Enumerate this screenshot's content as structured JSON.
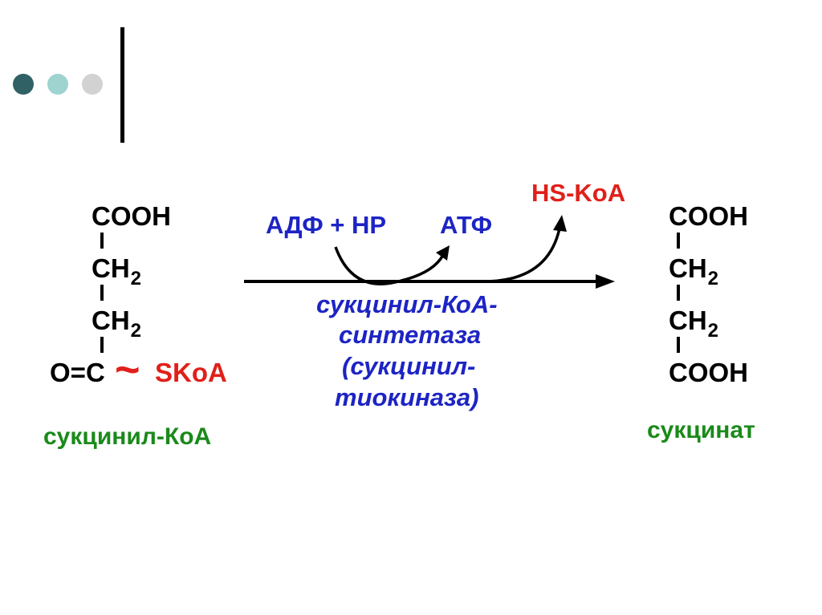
{
  "colors": {
    "dot1": "#2f6165",
    "dot2": "#9ed3d0",
    "dot3": "#d2d2d2",
    "black": "#000000",
    "blue": "#1d24c4",
    "red": "#e0201a",
    "green": "#1a8a1a"
  },
  "left": {
    "cooh": "COOH",
    "ch": "CH",
    "sub": "2",
    "oc": "O=C",
    "tilde": "~",
    "skoa": "SKoA",
    "name": "сукцинил-КоА"
  },
  "right": {
    "cooh_top": "COOH",
    "ch": "CH",
    "sub": "2",
    "cooh_bottom": "COOH",
    "name": "сукцинат"
  },
  "reaction": {
    "input": "АДФ + НР",
    "output": "АТФ",
    "hskoa": "HS-KoA",
    "enzyme_line1": "сукцинил-КоА-",
    "enzyme_line2": "синтетаза",
    "enzyme_line3": "(сукцинил-",
    "enzyme_line4": "тиокиназа)"
  }
}
